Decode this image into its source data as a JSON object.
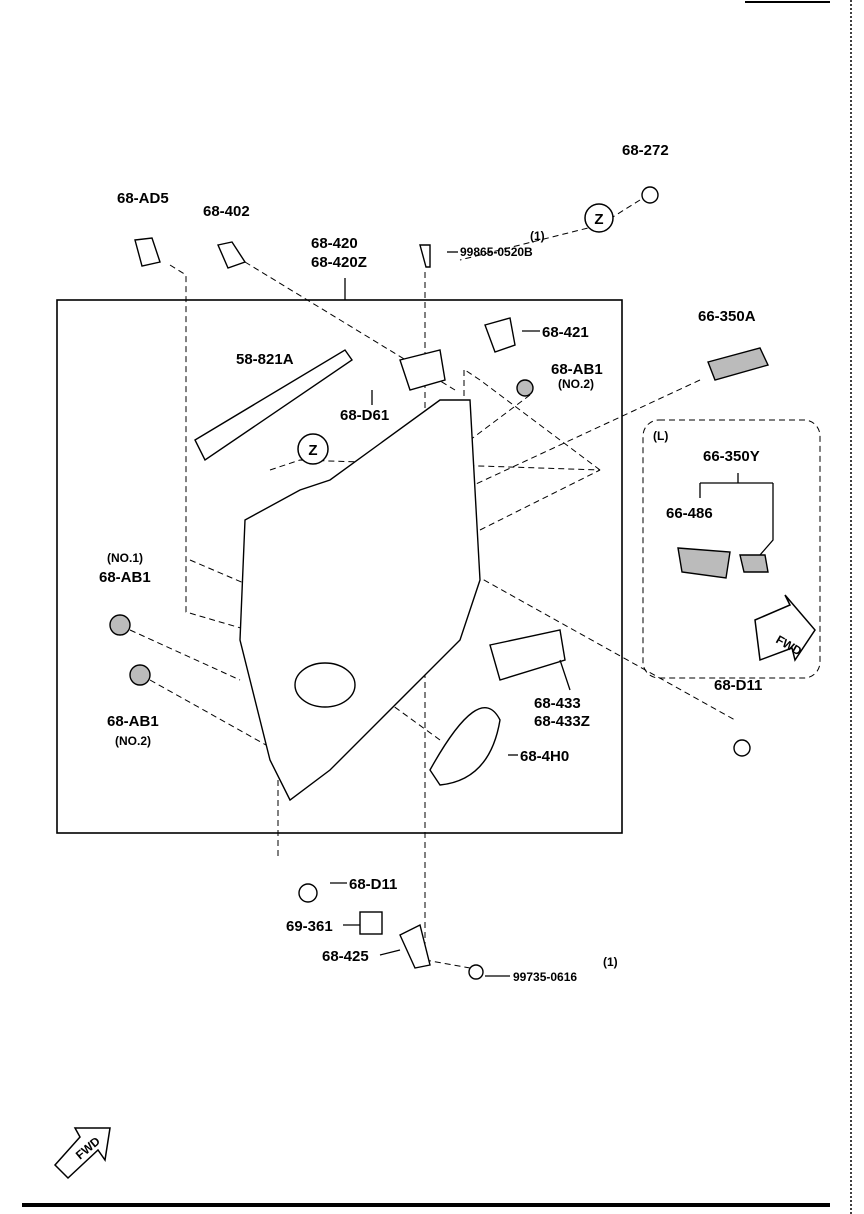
{
  "diagram": {
    "view_marker": "Z",
    "labels": {
      "p68_272": "68-272",
      "p68_ad5": "68-AD5",
      "p68_402": "68-402",
      "p68_420": "68-420",
      "p68_420z": "68-420Z",
      "bolt1_qty": "(1)",
      "bolt1": "99865-0520B",
      "p68_421": "68-421",
      "p66_350a": "66-350A",
      "p58_821a": "58-821A",
      "p68_ab1_r": "68-AB1",
      "p68_ab1_r_note": "(NO.2)",
      "p68_d61": "68-D61",
      "l_box": "(L)",
      "p66_350y": "66-350Y",
      "p66_486": "66-486",
      "fwd": "FWD",
      "p68_ab1_l1_note": "(NO.1)",
      "p68_ab1_l1": "68-AB1",
      "p68_d11_r": "68-D11",
      "p68_433": "68-433",
      "p68_433z": "68-433Z",
      "p68_ab1_l2": "68-AB1",
      "p68_ab1_l2_note": "(NO.2)",
      "p68_4h0": "68-4H0",
      "p68_d11_b": "68-D11",
      "p69_361": "69-361",
      "p68_425": "68-425",
      "bolt2_qty": "(1)",
      "bolt2": "99735-0616"
    }
  }
}
